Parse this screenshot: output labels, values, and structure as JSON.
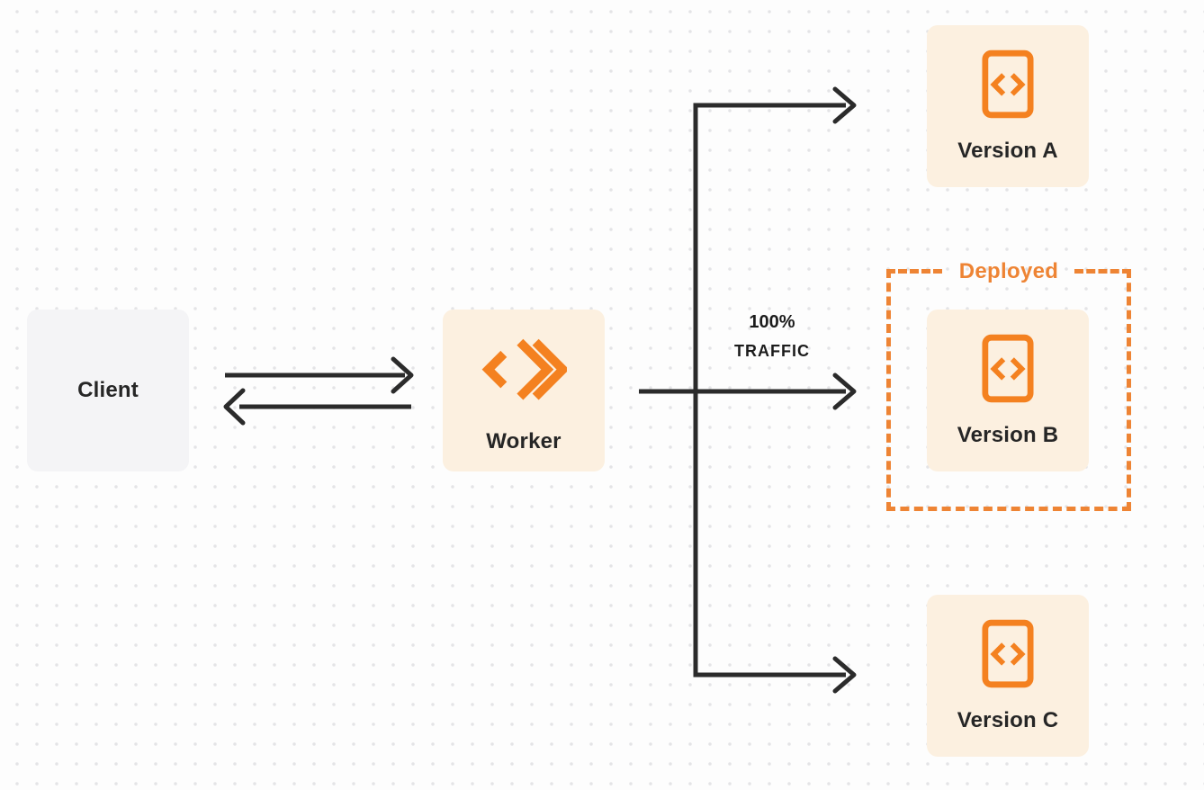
{
  "diagram": {
    "title": "worker-versions-traffic-diagram",
    "nodes": {
      "client": {
        "label": "Client"
      },
      "worker": {
        "label": "Worker",
        "icon": "cloudflare-workers-icon"
      },
      "versions": [
        {
          "label": "Version A",
          "icon": "code-document-icon",
          "deployed": false
        },
        {
          "label": "Version B",
          "icon": "code-document-icon",
          "deployed": true
        },
        {
          "label": "Version C",
          "icon": "code-document-icon",
          "deployed": false
        }
      ]
    },
    "labels": {
      "traffic_line1": "100%",
      "traffic_line2": "TRAFFIC",
      "deployed": "Deployed"
    },
    "edges": [
      {
        "from": "client",
        "to": "worker",
        "type": "arrow-right"
      },
      {
        "from": "worker",
        "to": "client",
        "type": "arrow-left"
      },
      {
        "from": "worker",
        "to": "version-a",
        "type": "arrow"
      },
      {
        "from": "worker",
        "to": "version-b",
        "type": "arrow",
        "label": "100% TRAFFIC"
      },
      {
        "from": "worker",
        "to": "version-c",
        "type": "arrow"
      }
    ],
    "colors": {
      "accent_orange": "#f48120",
      "deployed_orange": "#ee8434",
      "box_cream": "#fcf0e0",
      "box_gray": "#f4f4f6",
      "line_dark": "#2b2b2b",
      "background": "#fdfdfd",
      "dot_grid": "#e4e4e6"
    }
  }
}
